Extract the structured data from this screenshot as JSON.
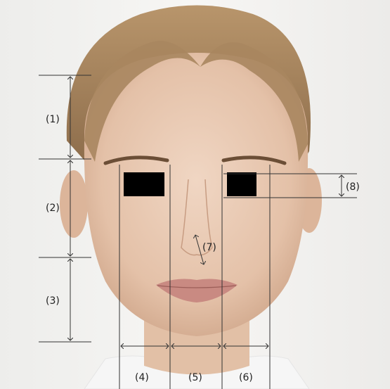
{
  "labels": {
    "l1": "(1)",
    "l2": "(2)",
    "l3": "(3)",
    "l4": "(4)",
    "l5": "(5)",
    "l6": "(6)",
    "l7": "(7)",
    "l8": "(8)"
  },
  "colors": {
    "background": "#f3f1ef",
    "skin": "#e7c7b1",
    "hair": "#9b7a58",
    "lines": "#333333",
    "redaction": "#000000"
  }
}
